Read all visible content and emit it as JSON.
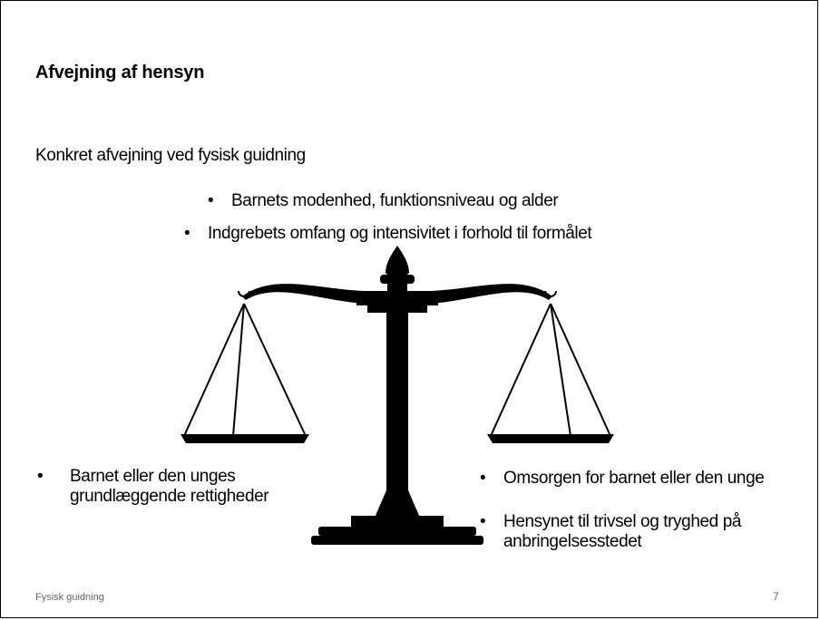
{
  "slide": {
    "title": "Afvejning af hensyn",
    "subtitle": "Konkret afvejning ved fysisk guidning",
    "top_bullets": [
      "Barnets modenhed, funktionsniveau og alder",
      "Indgrebets omfang og intensivitet i forhold til formålet"
    ],
    "left_bullets": [
      "Barnet eller den unges grundlæggende rettigheder"
    ],
    "right_bullets": [
      "Omsorgen for barnet eller den unge",
      "Hensynet til trivsel og tryghed på anbringelsesstedet"
    ],
    "bullet_char": "•",
    "footer": "Fysisk guidning",
    "page_number": "7"
  },
  "illustration": {
    "icon": "balance-scale-icon",
    "color": "#000000"
  }
}
